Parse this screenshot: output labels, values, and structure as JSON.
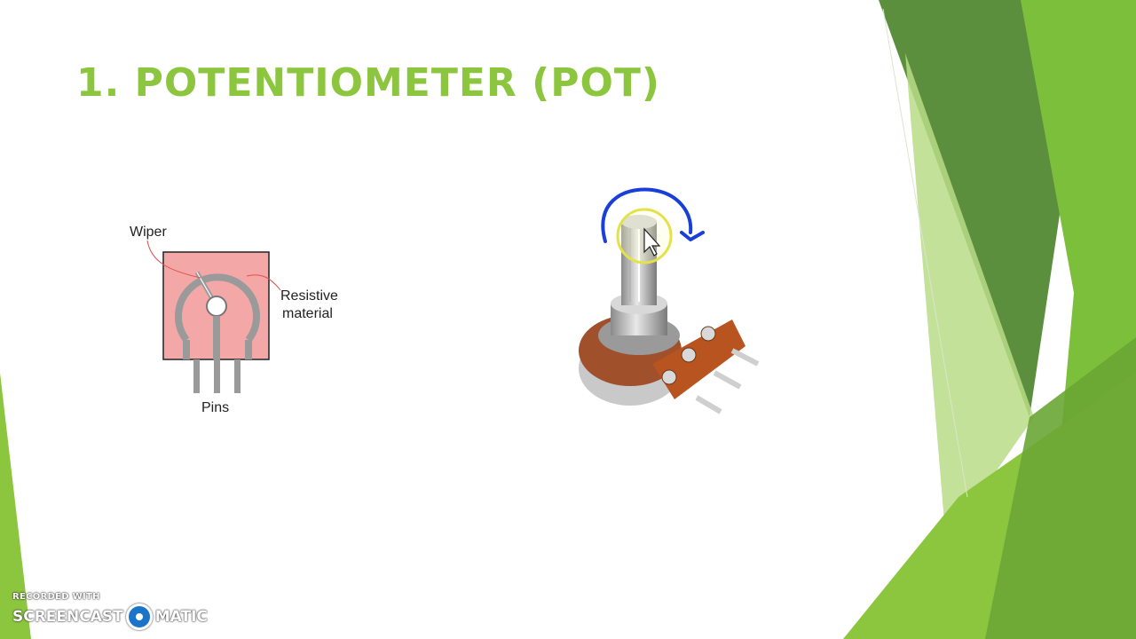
{
  "slide": {
    "title": "1. POTENTIOMETER (POT)"
  },
  "diagram": {
    "labels": {
      "wiper": "Wiper",
      "resistive_line1": "Resistive",
      "resistive_line2": "material",
      "pins": "Pins"
    }
  },
  "watermark": {
    "recorded_with": "RECORDED WITH",
    "brand_left": "SCREENCAST",
    "brand_right": "MATIC"
  },
  "colors": {
    "title": "#8cc63f",
    "green_dark": "#5e9e2c",
    "green_light": "#a6d35f",
    "annotation_arrow": "#1a3fd8",
    "cursor_highlight": "#e4e24a"
  }
}
